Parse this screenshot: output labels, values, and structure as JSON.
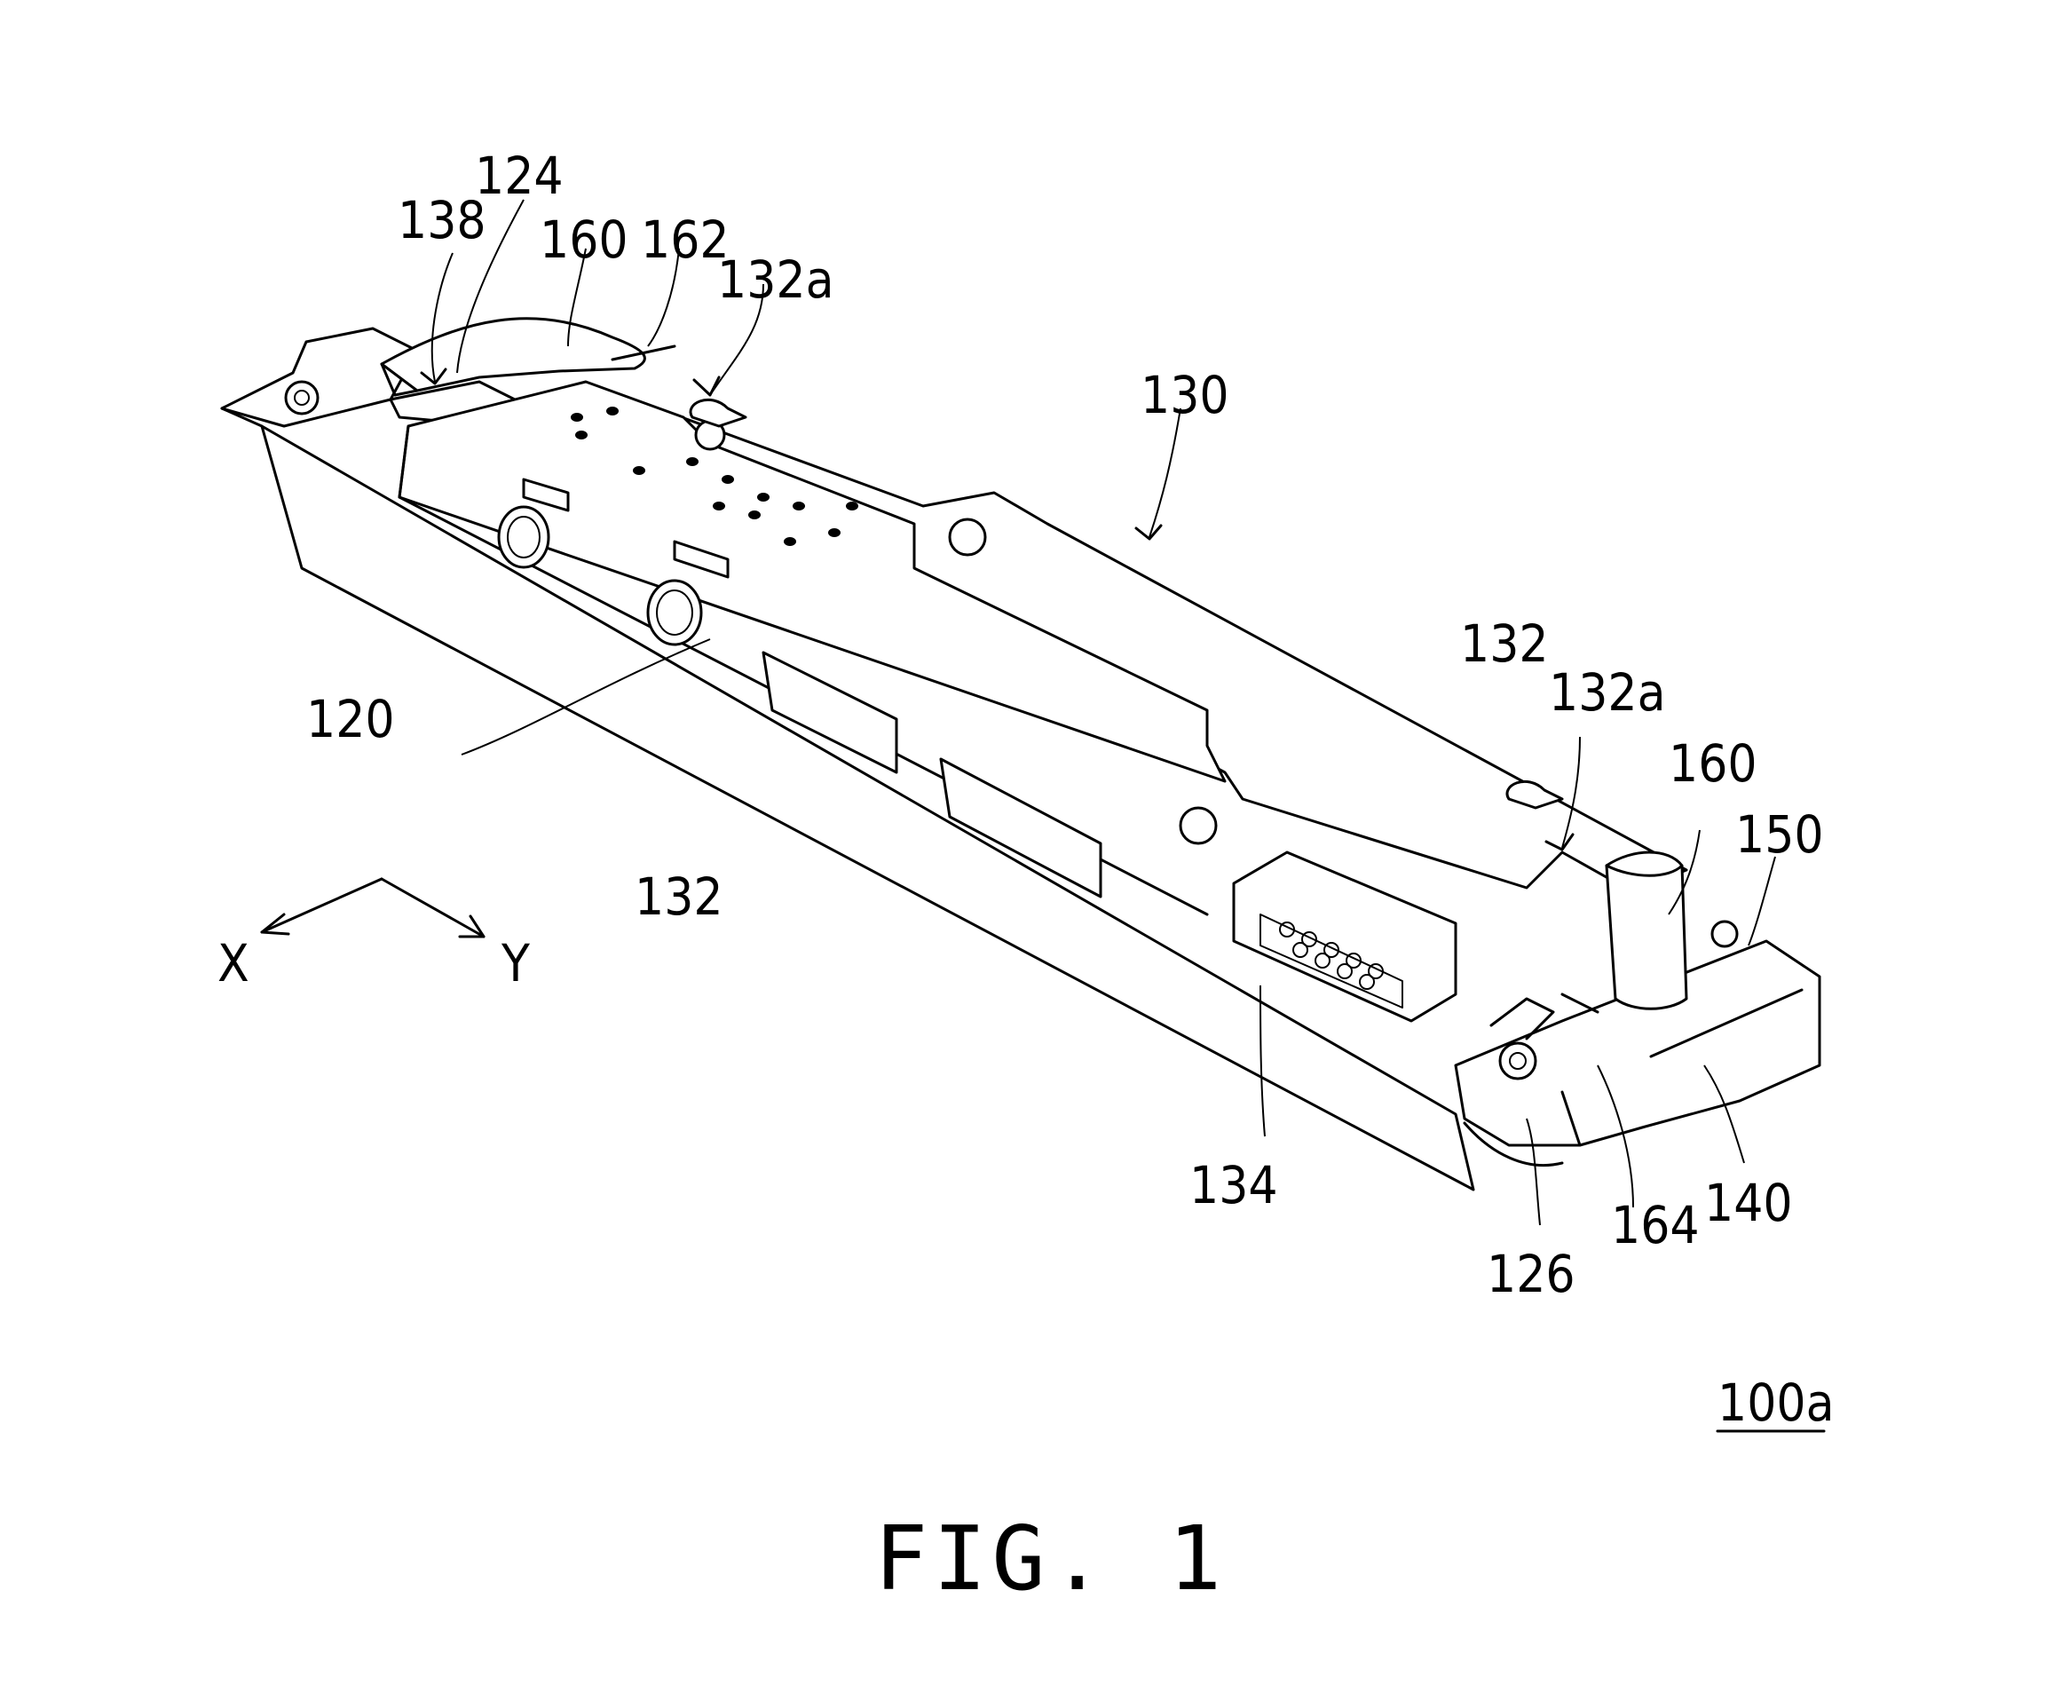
{
  "figure": {
    "caption": "FIG. 1",
    "assembly_ref": "100a"
  },
  "axes": {
    "x_label": "X",
    "y_label": "Y"
  },
  "reference_labels": {
    "l138": "138",
    "l124": "124",
    "l160_top": "160",
    "l162": "162",
    "l132a_top": "132a",
    "l130": "130",
    "l120": "120",
    "l132_left": "132",
    "l132_right": "132",
    "l132a_right": "132a",
    "l160_right": "160",
    "l150": "150",
    "l134": "134",
    "l126": "126",
    "l164": "164",
    "l140": "140"
  }
}
